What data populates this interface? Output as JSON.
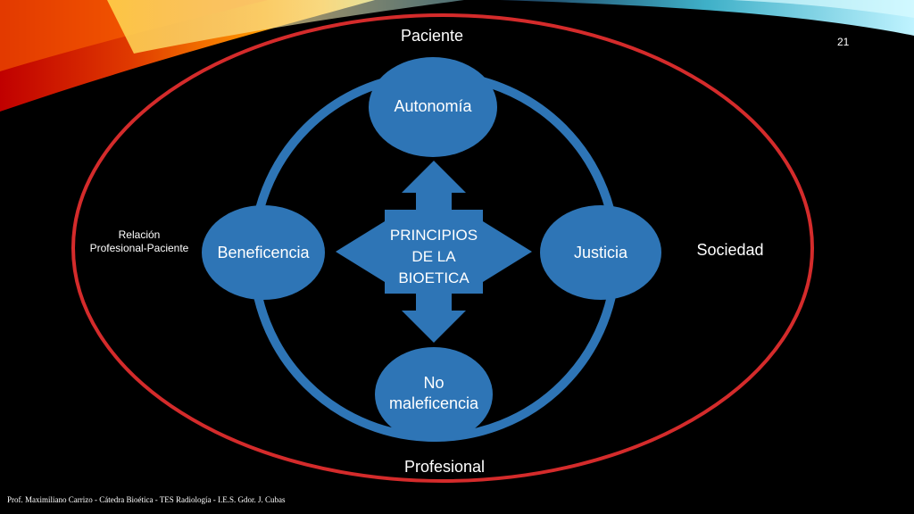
{
  "slide": {
    "page_number": "21",
    "footer": "Prof. Maximiliano Carrizo - Cátedra Bioética -  TES Radiología - I.E.S. Gdor. J. Cubas"
  },
  "outer": {
    "top": "Paciente",
    "bottom": "Profesional",
    "right": "Sociedad",
    "left": "Relación\nProfesional-Paciente"
  },
  "diagram": {
    "center": "PRINCIPIOS\nDE LA\nBIOETICA",
    "top": "Autonomía",
    "left": "Beneficencia",
    "right": "Justicia",
    "bottom": "No\nmaleficencia"
  },
  "colors": {
    "background": "#000000",
    "node_blue": "#2e75b6",
    "outer_ellipse": "#d42b2b",
    "text": "#ffffff"
  }
}
